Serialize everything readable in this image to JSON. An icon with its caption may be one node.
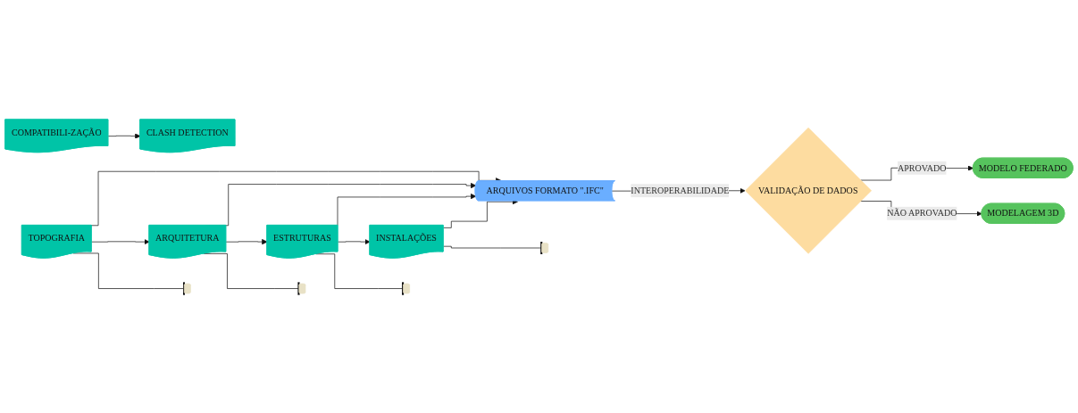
{
  "diagram": {
    "nodes": [
      {
        "text": [
          "MODELAGEM 3D"
        ]
      },
      {
        "text": [
          "ARQUIVOS FORMATO \".IFC\""
        ]
      },
      {
        "text": [
          "VALIDAÇÃO DE DADOS"
        ]
      },
      {
        "text": [
          "COMPATIBILI-ZAÇÃO"
        ]
      },
      {
        "text": [
          "CLASH DETECTION"
        ]
      },
      {
        "text": [
          "TOPOGRAFIA"
        ]
      },
      {
        "text": [
          "ARQUITETURA"
        ]
      },
      {
        "text": [
          "ESTRUTURAS"
        ]
      },
      {
        "text": [
          "INSTALAÇÕES"
        ]
      },
      {
        "text": [],
        "shape": "cylinder"
      },
      {
        "text": [],
        "shape": "cylinder"
      },
      {
        "text": [],
        "shape": "cylinder"
      },
      {
        "text": [],
        "shape": "cylinder"
      },
      {
        "text": [
          "MODELO FEDERADO"
        ]
      }
    ],
    "edges": [
      {
        "from": 5,
        "to": 1,
        "arrow": "to"
      },
      {
        "from": 6,
        "to": 1,
        "arrow": "to"
      },
      {
        "from": 7,
        "to": 1,
        "arrow": "to"
      },
      {
        "from": 8,
        "to": 1,
        "arrow": "to"
      },
      {
        "from": 1,
        "to": 2,
        "label": "INTEROPERABILIDADE",
        "arrow": "to"
      },
      {
        "from": 3,
        "to": 4,
        "arrow": "to"
      },
      {
        "from": 5,
        "to": 6,
        "arrow": "to"
      },
      {
        "from": 6,
        "to": 7,
        "arrow": "to"
      },
      {
        "from": 7,
        "to": 8,
        "arrow": "to"
      },
      {
        "from": 5,
        "to": 9,
        "arrow": "other"
      },
      {
        "from": 6,
        "to": 10,
        "arrow": "other"
      },
      {
        "from": 7,
        "to": 11,
        "arrow": "other"
      },
      {
        "from": 8,
        "to": 12,
        "arrow": "other"
      },
      {
        "from": 2,
        "to": 13,
        "label": "APROVADO",
        "arrow": "to"
      },
      {
        "from": 2,
        "to": 0,
        "label": "NÃO APROVADO",
        "arrow": "to"
      }
    ]
  }
}
